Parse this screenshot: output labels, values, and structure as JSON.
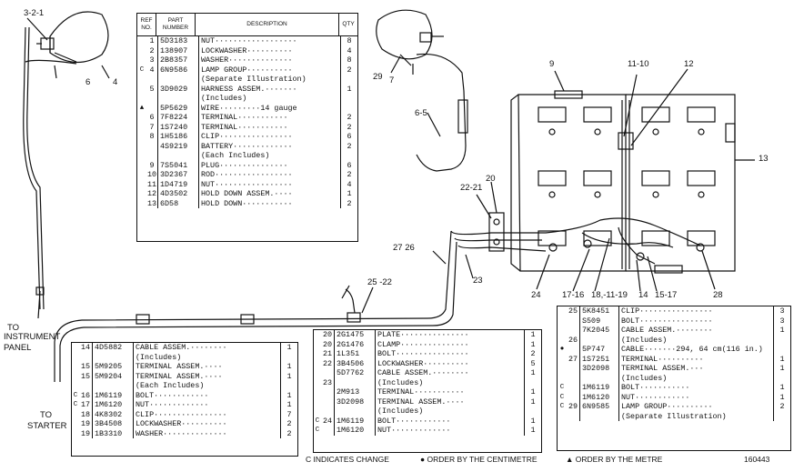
{
  "main_table": {
    "headers": {
      "ref": "REF NO.",
      "part": "PART NUMBER",
      "desc": "DESCRIPTION",
      "qty": "QTY"
    },
    "rows": [
      {
        "mark": "",
        "ref": "1",
        "part": "5D3183",
        "desc": "NUT··················",
        "qty": "8"
      },
      {
        "mark": "",
        "ref": "2",
        "part": "138907",
        "desc": "LOCKWASHER··········",
        "qty": "4"
      },
      {
        "mark": "",
        "ref": "3",
        "part": "2B8357",
        "desc": "WASHER··············",
        "qty": "8"
      },
      {
        "mark": "C",
        "ref": "4",
        "part": "6N9586",
        "desc": "LAMP GROUP··········",
        "qty": "2"
      },
      {
        "mark": "",
        "ref": "",
        "part": "",
        "desc": "  (Separate Illustration)",
        "qty": ""
      },
      {
        "mark": "",
        "ref": "5",
        "part": "3D9029",
        "desc": "HARNESS ASSEM.·······",
        "qty": "1"
      },
      {
        "mark": "",
        "ref": "",
        "part": "",
        "desc": "  (Includes)",
        "qty": ""
      },
      {
        "mark": "▲",
        "ref": "",
        "part": "5P5629",
        "desc": "  WIRE·········14 gauge",
        "qty": ""
      },
      {
        "mark": "",
        "ref": "6",
        "part": "7F8224",
        "desc": "  TERMINAL···········",
        "qty": "2"
      },
      {
        "mark": "",
        "ref": "7",
        "part": "1S7240",
        "desc": "  TERMINAL···········",
        "qty": "2"
      },
      {
        "mark": "",
        "ref": "8",
        "part": "1H5186",
        "desc": "CLIP················",
        "qty": "6"
      },
      {
        "mark": "",
        "ref": "",
        "part": "4S9219",
        "desc": "BATTERY·············",
        "qty": "2"
      },
      {
        "mark": "",
        "ref": "",
        "part": "",
        "desc": "  (Each Includes)",
        "qty": ""
      },
      {
        "mark": "",
        "ref": "9",
        "part": "7S5041",
        "desc": "  PLUG···············",
        "qty": "6"
      },
      {
        "mark": "",
        "ref": "10",
        "part": "3D2367",
        "desc": "ROD·················",
        "qty": "2"
      },
      {
        "mark": "",
        "ref": "11",
        "part": "1D4719",
        "desc": "NUT·················",
        "qty": "4"
      },
      {
        "mark": "",
        "ref": "12",
        "part": "4D3502",
        "desc": "HOLD DOWN ASSEM.····",
        "qty": "1"
      },
      {
        "mark": "",
        "ref": "13",
        "part": "6D58",
        "desc": "HOLD DOWN···········",
        "qty": "2"
      }
    ]
  },
  "left_table": {
    "rows": [
      {
        "mark": "",
        "ref": "14",
        "part": "4D5882",
        "desc": "CABLE ASSEM.········",
        "qty": "1"
      },
      {
        "mark": "",
        "ref": "",
        "part": "",
        "desc": "  (Includes)",
        "qty": ""
      },
      {
        "mark": "",
        "ref": "15",
        "part": "5M9205",
        "desc": "  TERMINAL ASSEM.····",
        "qty": "1"
      },
      {
        "mark": "",
        "ref": "15",
        "part": "5M9204",
        "desc": "  TERMINAL ASSEM.····",
        "qty": "1"
      },
      {
        "mark": "",
        "ref": "",
        "part": "",
        "desc": "   (Each Includes)",
        "qty": ""
      },
      {
        "mark": "C",
        "ref": "16",
        "part": "1M6119",
        "desc": "    BOLT············",
        "qty": "1"
      },
      {
        "mark": "C",
        "ref": "17",
        "part": "1M6120",
        "desc": "    NUT·············",
        "qty": "1"
      },
      {
        "mark": "",
        "ref": "18",
        "part": "4K8302",
        "desc": "CLIP················",
        "qty": "7"
      },
      {
        "mark": "",
        "ref": "19",
        "part": "3B4508",
        "desc": "LOCKWASHER··········",
        "qty": "2"
      },
      {
        "mark": "",
        "ref": "19",
        "part": "1B3310",
        "desc": "WASHER··············",
        "qty": "2"
      }
    ]
  },
  "middle_table": {
    "rows": [
      {
        "mark": "",
        "ref": "20",
        "part": "2G1475",
        "desc": "PLATE···············",
        "qty": "1"
      },
      {
        "mark": "",
        "ref": "20",
        "part": "2G1476",
        "desc": "CLAMP···············",
        "qty": "1"
      },
      {
        "mark": "",
        "ref": "21",
        "part": "1L351",
        "desc": "BOLT················",
        "qty": "2"
      },
      {
        "mark": "",
        "ref": "22",
        "part": "3B4506",
        "desc": "LOCKWASHER··········",
        "qty": "5"
      },
      {
        "mark": "",
        "ref": "",
        "part": "5D7762",
        "desc": "CABLE ASSEM.········",
        "qty": "1"
      },
      {
        "mark": "",
        "ref": "23",
        "part": "",
        "desc": "  (Includes)",
        "qty": ""
      },
      {
        "mark": "",
        "ref": "",
        "part": "2M913",
        "desc": "  TERMINAL···········",
        "qty": "1"
      },
      {
        "mark": "",
        "ref": "",
        "part": "3D2098",
        "desc": "  TERMINAL ASSEM.····",
        "qty": "1"
      },
      {
        "mark": "",
        "ref": "",
        "part": "",
        "desc": "   (Includes)",
        "qty": ""
      },
      {
        "mark": "C",
        "ref": "24",
        "part": "1M6119",
        "desc": "    BOLT············",
        "qty": "1"
      },
      {
        "mark": "C",
        "ref": "",
        "part": "1M6120",
        "desc": "    NUT·············",
        "qty": "1"
      }
    ]
  },
  "right_table": {
    "rows": [
      {
        "mark": "",
        "ref": "25",
        "part": "5K8451",
        "desc": "CLIP················",
        "qty": "3"
      },
      {
        "mark": "",
        "ref": "",
        "part": "S509",
        "desc": "BOLT················",
        "qty": "3"
      },
      {
        "mark": "",
        "ref": "",
        "part": "7K2045",
        "desc": "CABLE ASSEM.········",
        "qty": "1"
      },
      {
        "mark": "",
        "ref": "26",
        "part": "",
        "desc": "  (Includes)",
        "qty": ""
      },
      {
        "mark": "●",
        "ref": "",
        "part": "5P747",
        "desc": "  CABLE·······294, 64 cm(116 in.)",
        "qty": ""
      },
      {
        "mark": "",
        "ref": "27",
        "part": "1S7251",
        "desc": "  TERMINAL··········",
        "qty": "1"
      },
      {
        "mark": "",
        "ref": "",
        "part": "3D2098",
        "desc": "  TERMINAL ASSEM.···",
        "qty": "1"
      },
      {
        "mark": "",
        "ref": "",
        "part": "",
        "desc": "   (Includes)",
        "qty": ""
      },
      {
        "mark": "C",
        "ref": "",
        "part": "1M6119",
        "desc": "    BOLT···········",
        "qty": "1"
      },
      {
        "mark": "C",
        "ref": "",
        "part": "1M6120",
        "desc": "    NUT············",
        "qty": "1"
      },
      {
        "mark": "C",
        "ref": "29",
        "part": "6N9585",
        "desc": "LAMP GROUP··········",
        "qty": "2"
      },
      {
        "mark": "",
        "ref": "",
        "part": "",
        "desc": "  (Separate Illustration)",
        "qty": ""
      }
    ]
  },
  "callouts": {
    "c321": "3-2-1",
    "c6a": "6",
    "c4": "4",
    "c29": "29",
    "c7": "7",
    "c65": "6-5",
    "c9": "9",
    "c1110": "11-10",
    "c12": "12",
    "c13": "13",
    "c20": "20",
    "c2221": "22-21",
    "c2726": "27 26",
    "c23": "23",
    "c2522": "25 -22",
    "c24": "24",
    "c1716": "17-16",
    "c181119": "18,-11-19",
    "c14": "14",
    "c1517": "15-17",
    "c28": "28"
  },
  "labels": {
    "to_instrument": "TO",
    "to_instrument2": "INSTRUMENT",
    "to_instrument3": "PANEL",
    "to_starter": "TO",
    "to_starter2": "STARTER"
  },
  "footer": {
    "change": "C INDICATES CHANGE",
    "centimetre": "● ORDER BY THE CENTIMETRE",
    "metre": "▲ ORDER BY THE METRE",
    "number": "160443"
  }
}
